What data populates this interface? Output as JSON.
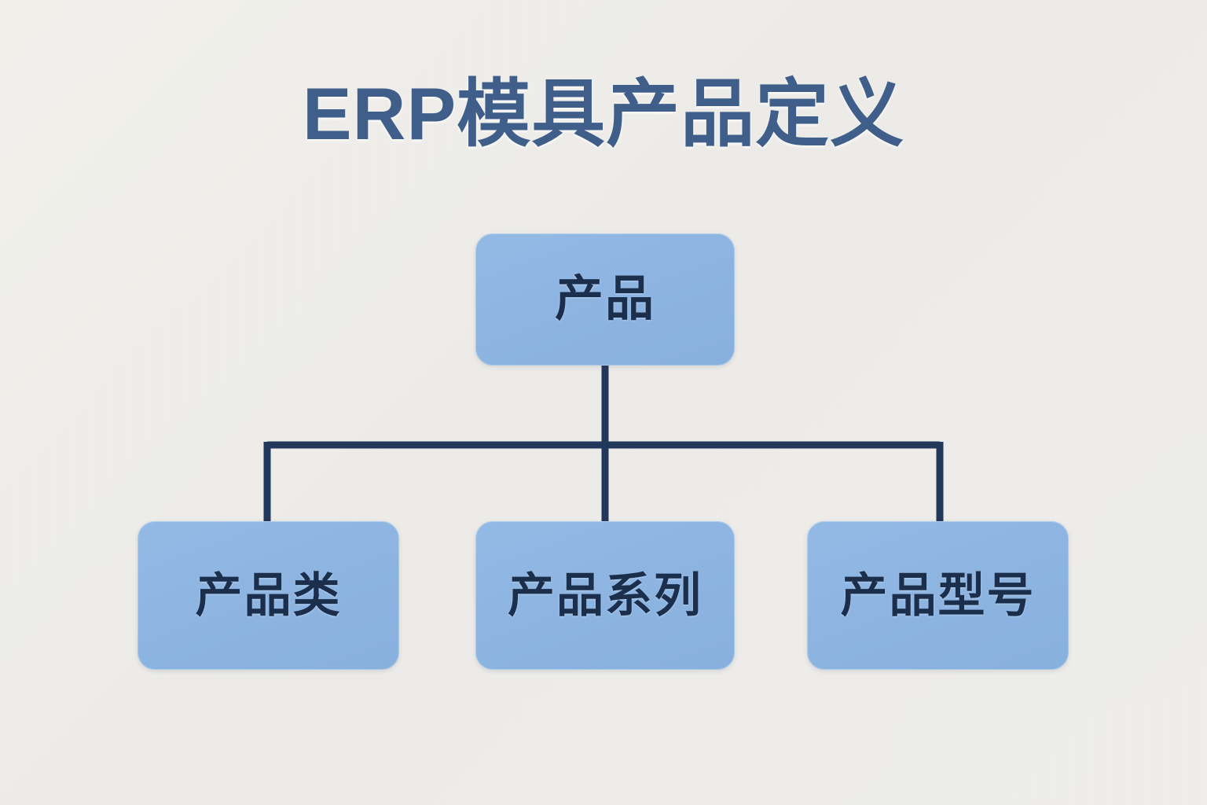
{
  "diagram": {
    "title": "ERP模具产品定义",
    "type": "hierarchy-tree",
    "colors": {
      "background": "#eeedeb",
      "title_text": "#3f5f8a",
      "node_fill": "#8cb4e2",
      "node_text": "#1b2f4d",
      "connector": "#22385a"
    },
    "root": {
      "label": "产品"
    },
    "children": [
      {
        "label": "产品类"
      },
      {
        "label": "产品系列"
      },
      {
        "label": "产品型号"
      }
    ]
  }
}
